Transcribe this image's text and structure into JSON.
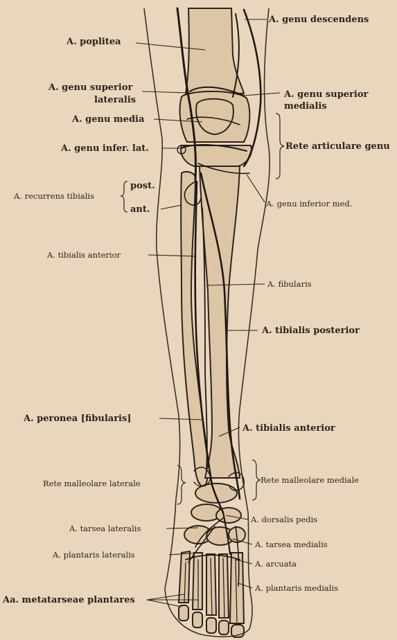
{
  "labels": {
    "genu_descendens": "A. genu descendens",
    "poplitea": "A. poplitea",
    "genu_superior_lateralis_1": "A. genu superior",
    "genu_superior_lateralis_2": "lateralis",
    "genu_superior_medialis_1": "A. genu superior",
    "genu_superior_medialis_2": "medialis",
    "genu_media": "A. genu media",
    "rete_articulare_genu": "Rete articulare genu",
    "genu_infer_lat": "A. genu infer. lat.",
    "recurrens_tibialis": "A. recurrens tibialis",
    "post": "post.",
    "ant": "ant.",
    "genu_inferior_med": "A. genu inferior med.",
    "tibialis_anterior_upper": "A. tibialis anterior",
    "fibularis": "A. fibularis",
    "tibialis_posterior": "A. tibialis posterior",
    "peronea_fibularis": "A. peronea [fibularis]",
    "tibialis_anterior_lower": "A. tibialis anterior",
    "rete_malleolare_laterale": "Rete malleolare laterale",
    "rete_malleolare_mediale": "Rete malleolare mediale",
    "tarsea_lateralis": "A. tarsea lateralis",
    "dorsalis_pedis": "A. dorsalis pedis",
    "tarsea_medialis": "A. tarsea medialis",
    "plantaris_lateralis": "A. plantaris lateralis",
    "arcuata": "A. arcuata",
    "metatarseae_plantares": "Aa. metatarseae plantares",
    "plantaris_medialis": "A. plantaris medialis"
  },
  "colors": {
    "paper": "#e9d7bd",
    "ink": "#2a221c",
    "bone": "#dcc6a6"
  }
}
